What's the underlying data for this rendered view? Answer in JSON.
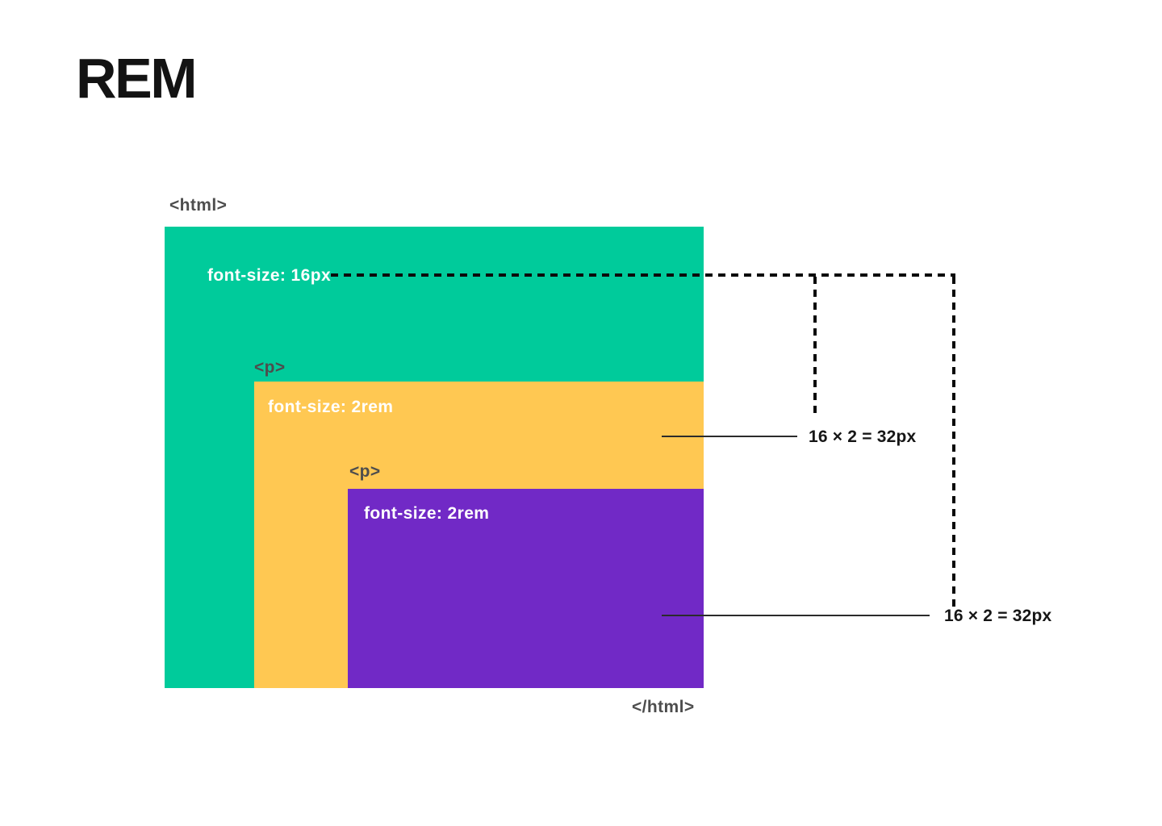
{
  "title": "REM",
  "diagram": {
    "html_box": {
      "open_label": "<html>",
      "close_label": "</html>",
      "font_size_text": "font-size: 16px"
    },
    "p1_box": {
      "label": "<p>",
      "font_size_text": "font-size: 2rem"
    },
    "p2_box": {
      "label": "<p>",
      "font_size_text": "font-size: 2rem"
    },
    "annotations": {
      "p1_calc": "16 × 2 = 32px",
      "p2_calc": "16 × 2 = 32px"
    }
  },
  "colors": {
    "html_box_green": "#00CB9B",
    "p1_box_orange": "#FFC852",
    "p2_box_purple": "#7129C6",
    "label_gray": "#4D4D4D",
    "box_text_white": "#FFFFFF",
    "annotation_dark": "#161616",
    "line_black": "#0B0B0B"
  }
}
